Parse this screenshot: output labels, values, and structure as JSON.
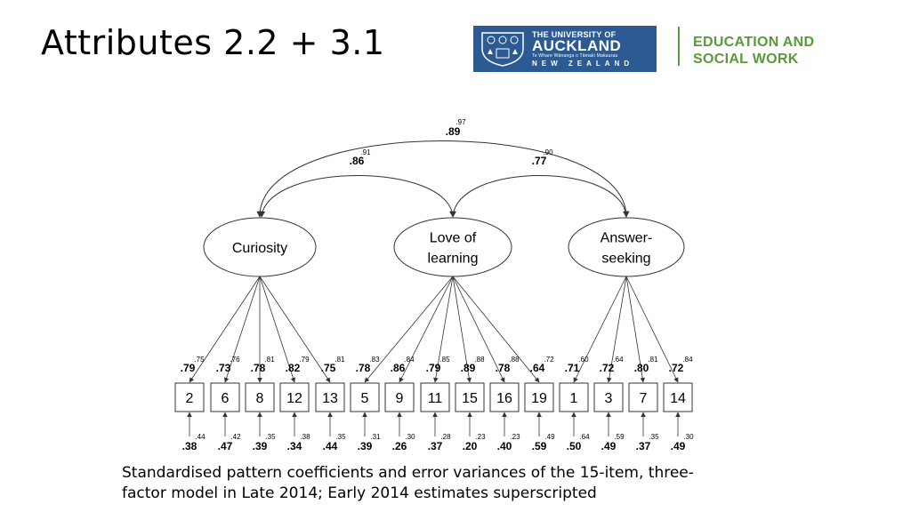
{
  "header": {
    "title": "Attributes 2.2 + 3.1",
    "logo_line1": "THE UNIVERSITY OF",
    "logo_line2": "AUCKLAND",
    "logo_line3": "Te Whare Wānanga o Tāmaki Makaurau",
    "logo_line4": "NEW ZEALAND",
    "faculty_line1": "EDUCATION AND",
    "faculty_line2": "SOCIAL WORK"
  },
  "colors": {
    "logo_blue": "#2c5b94",
    "faculty_green": "#5a9a3a"
  },
  "factors": [
    {
      "id": "curiosity",
      "lines": [
        "Curiosity"
      ]
    },
    {
      "id": "love",
      "lines": [
        "Love of",
        "learning"
      ]
    },
    {
      "id": "answer",
      "lines": [
        "Answer-",
        "seeking"
      ]
    }
  ],
  "correlations": [
    {
      "from": "curiosity",
      "to": "answer",
      "late": ".89",
      "early": ".97"
    },
    {
      "from": "curiosity",
      "to": "love",
      "late": ".86",
      "early": ".91"
    },
    {
      "from": "love",
      "to": "answer",
      "late": ".77",
      "early": ".90"
    }
  ],
  "items": [
    {
      "label": "2",
      "factor": "curiosity",
      "loading": ".79",
      "loading_early": ".75",
      "error": ".38",
      "error_early": ".44"
    },
    {
      "label": "6",
      "factor": "curiosity",
      "loading": ".73",
      "loading_early": ".76",
      "error": ".47",
      "error_early": ".42"
    },
    {
      "label": "8",
      "factor": "curiosity",
      "loading": ".78",
      "loading_early": ".81",
      "error": ".39",
      "error_early": ".35"
    },
    {
      "label": "12",
      "factor": "curiosity",
      "loading": ".82",
      "loading_early": ".79",
      "error": ".34",
      "error_early": ".38"
    },
    {
      "label": "13",
      "factor": "curiosity",
      "loading": ".75",
      "loading_early": ".81",
      "error": ".44",
      "error_early": ".35"
    },
    {
      "label": "5",
      "factor": "love",
      "loading": ".78",
      "loading_early": ".83",
      "error": ".39",
      "error_early": ".31"
    },
    {
      "label": "9",
      "factor": "love",
      "loading": ".86",
      "loading_early": ".84",
      "error": ".26",
      "error_early": ".30"
    },
    {
      "label": "11",
      "factor": "love",
      "loading": ".79",
      "loading_early": ".85",
      "error": ".37",
      "error_early": ".28"
    },
    {
      "label": "15",
      "factor": "love",
      "loading": ".89",
      "loading_early": ".88",
      "error": ".20",
      "error_early": ".23"
    },
    {
      "label": "16",
      "factor": "love",
      "loading": ".78",
      "loading_early": ".88",
      "error": ".40",
      "error_early": ".23"
    },
    {
      "label": "19",
      "factor": "love",
      "loading": ".64",
      "loading_early": ".72",
      "error": ".59",
      "error_early": ".49"
    },
    {
      "label": "1",
      "factor": "answer",
      "loading": ".71",
      "loading_early": ".60",
      "error": ".50",
      "error_early": ".64"
    },
    {
      "label": "3",
      "factor": "answer",
      "loading": ".72",
      "loading_early": ".64",
      "error": ".49",
      "error_early": ".59"
    },
    {
      "label": "7",
      "factor": "answer",
      "loading": ".80",
      "loading_early": ".81",
      "error": ".37",
      "error_early": ".35"
    },
    {
      "label": "14",
      "factor": "answer",
      "loading": ".72",
      "loading_early": ".84",
      "error": ".49",
      "error_early": ".30"
    }
  ],
  "caption": {
    "line1": "Standardised pattern coefficients and error variances of the 15-item, three-",
    "line2": "factor model in Late 2014; Early 2014 estimates superscripted"
  }
}
